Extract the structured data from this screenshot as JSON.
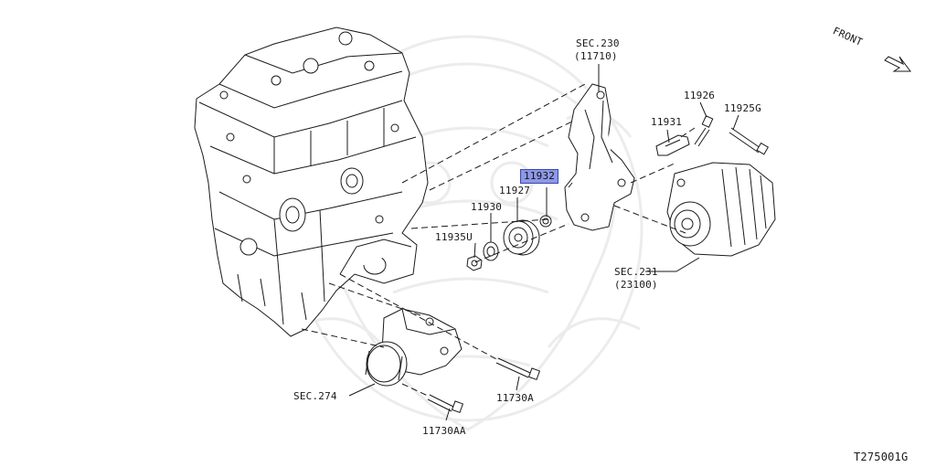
{
  "front_label": "FRONT",
  "figure_id": "T275001G",
  "parts": {
    "sec230": "SEC.230",
    "p11710": "(11710)",
    "p11926": "11926",
    "p11925g": "11925G",
    "p11931": "11931",
    "p11932": "11932",
    "p11927": "11927",
    "p11930": "11930",
    "p11935u": "11935U",
    "sec231": "SEC.231",
    "p23100": "(23100)",
    "sec274": "SEC.274",
    "p11730a": "11730A",
    "p11730aa": "11730AA"
  },
  "colors": {
    "highlight_fill": "#8d98e6",
    "highlight_border": "#3a46b8",
    "line": "#1a1a1a",
    "watermark": "#ececec"
  }
}
